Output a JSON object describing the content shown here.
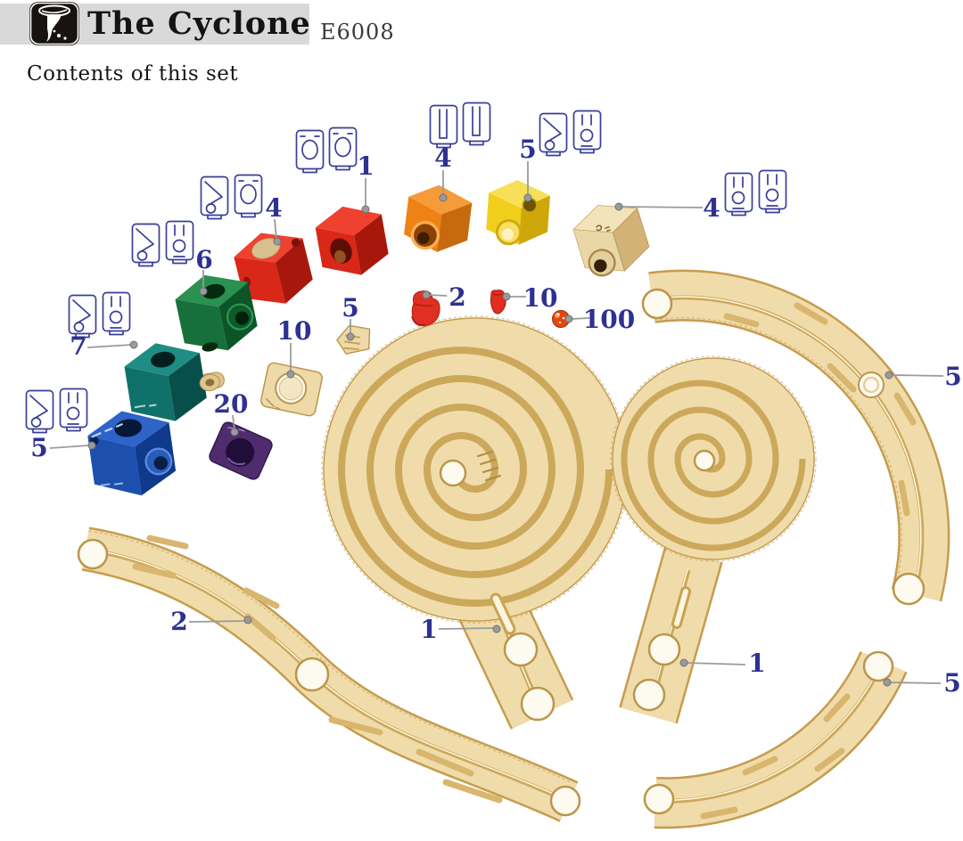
{
  "header": {
    "title": "The Cyclone",
    "code": "E6008"
  },
  "subtitle": "Contents of this set",
  "parts": [
    {
      "name": "curved-tunnel-cube-red",
      "qty": "1"
    },
    {
      "name": "straight-tunnel-cube-orange",
      "qty": "4"
    },
    {
      "name": "switch-cube-yellow",
      "qty": "5"
    },
    {
      "name": "tunnel-cube-natural",
      "qty": "4"
    },
    {
      "name": "magnetic-cube-red",
      "qty": "4"
    },
    {
      "name": "twin-exit-cube-green",
      "qty": "6"
    },
    {
      "name": "twin-exit-cube-teal",
      "qty": "7"
    },
    {
      "name": "twin-exit-cube-blue",
      "qty": "5"
    },
    {
      "name": "spacer-ring-natural",
      "qty": "10"
    },
    {
      "name": "spacer-ring-purple",
      "qty": "20"
    },
    {
      "name": "step-wedge-natural",
      "qty": "5"
    },
    {
      "name": "curve-insert-red",
      "qty": "2"
    },
    {
      "name": "small-insert-red",
      "qty": "10"
    },
    {
      "name": "marble",
      "qty": "100"
    },
    {
      "name": "quarter-rail-upper-right",
      "qty": "5"
    },
    {
      "name": "spiral-track-large",
      "qty": "1"
    },
    {
      "name": "spiral-track-small",
      "qty": "1"
    },
    {
      "name": "quarter-rail-lower-right",
      "qty": "5"
    },
    {
      "name": "s-curve-rail",
      "qty": "2"
    }
  ],
  "palette": {
    "header_gray": "#d9d9d9",
    "label_navy": "#2e3192",
    "leader_gray": "#9b9b9b",
    "wireframe_blue": "#3a3e97",
    "wood": "#f0dcab",
    "wood_shadow": "#c9a352",
    "red": "#e03024",
    "orange": "#f08214",
    "yellow": "#f2cf1c",
    "green": "#1d7a3c",
    "teal": "#17807a",
    "blue": "#1d56b0",
    "purple": "#4b2a68",
    "magnet_tan": "#d9c08f",
    "marble_red": "#e2470f"
  }
}
